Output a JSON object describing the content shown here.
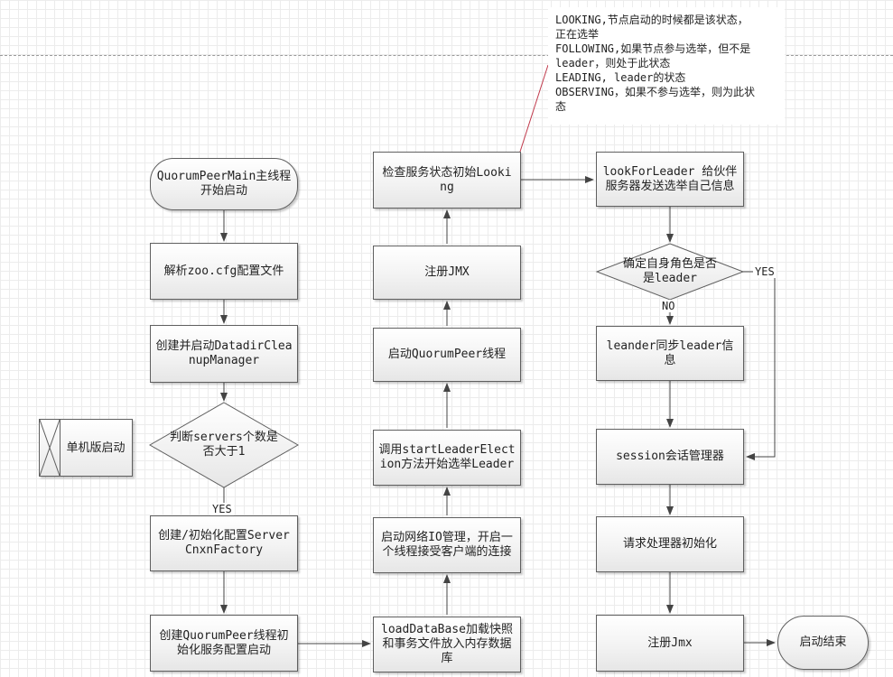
{
  "note": {
    "lines": [
      "LOOKING,节点启动的时候都是该状态，",
      "正在选举",
      "FOLLOWING,如果节点参与选举，但不是",
      "leader，则处于此状态",
      "LEADING, leader的状态",
      "OBSERVING，如果不参与选举，则为此状",
      "态"
    ]
  },
  "column1": {
    "start": "QuorumPeerMain主线程开始启动",
    "parse_config": "解析zoo.cfg配置文件",
    "cleanup_manager": "创建并启动DatadirCleanupManager",
    "decision": "判断servers个数是否大于1",
    "yes_label": "YES",
    "cnxn_factory": "创建/初始化配置ServerCnxnFactory",
    "quorum_peer": "创建QuorumPeer线程初始化服务配置启动"
  },
  "standalone": {
    "label": "单机版启动"
  },
  "column2": {
    "load_database": "loadDataBase加载快照和事务文件放入内存数据库",
    "network_io": "启动网络IO管理，开启一个线程接受客户端的连接",
    "start_election": "调用startLeaderElection方法开始选举Leader",
    "start_thread": "启动QuorumPeer线程",
    "register_jmx": "注册JMX",
    "check_state": "检查服务状态初始Looking"
  },
  "column3": {
    "look_for_leader": "lookForLeader 给伙伴服务器发送选举自己信息",
    "decision": "确定自身角色是否是leader",
    "no_label": "NO",
    "yes_label": "YES",
    "sync_leader": "leander同步leader信息",
    "session_manager": "session会话管理器",
    "request_processor": "请求处理器初始化",
    "register_jmx": "注册Jmx"
  },
  "end": {
    "label": "启动结束"
  }
}
